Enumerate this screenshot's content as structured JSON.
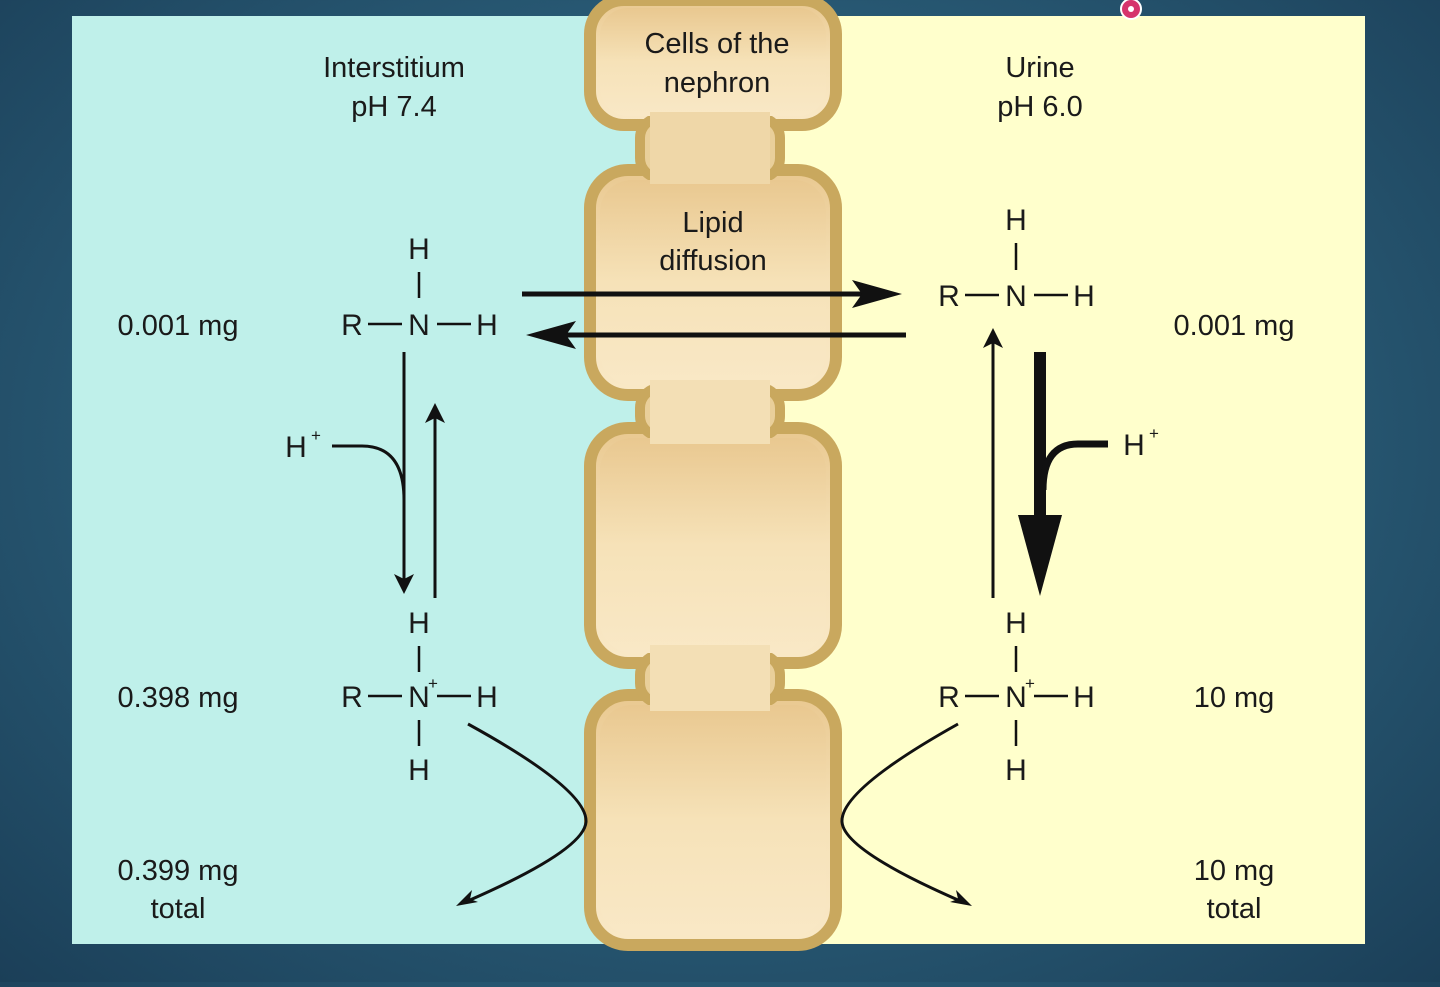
{
  "colors": {
    "interstitium_bg": "#bff0ea",
    "urine_bg": "#ffffcc",
    "cell_fill": "#f1d8a6",
    "cell_border": "#c9a85e",
    "arrow": "#111111"
  },
  "headers": {
    "cells": [
      "Cells of the",
      "nephron"
    ],
    "interstitium": [
      "Interstitium",
      "pH 7.4"
    ],
    "urine": [
      "Urine",
      "pH 6.0"
    ],
    "lipid": [
      "Lipid",
      "diffusion"
    ]
  },
  "left": {
    "neutral_amount": "0.001 mg",
    "ionized_amount": "0.398 mg",
    "total_amount": [
      "0.399 mg",
      "total"
    ],
    "proton": "H",
    "proton_charge": "+"
  },
  "right": {
    "neutral_amount": "0.001 mg",
    "ionized_amount": "10 mg",
    "total_amount": [
      "10 mg",
      "total"
    ],
    "proton": "H",
    "proton_charge": "+"
  },
  "molecule": {
    "r": "R",
    "n": "N",
    "h": "H",
    "charge": "+"
  }
}
